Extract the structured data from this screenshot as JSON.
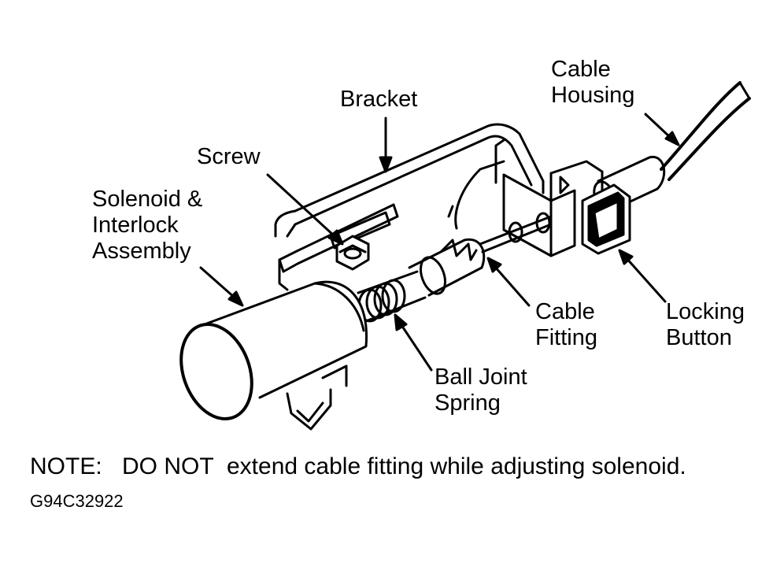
{
  "labels": {
    "cable_housing": "Cable\nHousing",
    "bracket": "Bracket",
    "screw": "Screw",
    "solenoid": "Solenoid &\nInterlock\nAssembly",
    "cable_fitting": "Cable\nFitting",
    "locking_button": "Locking\nButton",
    "ball_joint_spring": "Ball Joint\nSpring"
  },
  "note": {
    "prefix": "NOTE:",
    "emphasis": "DO NOT",
    "text": "extend cable fitting while adjusting solenoid."
  },
  "figure_id": "G94C32922"
}
